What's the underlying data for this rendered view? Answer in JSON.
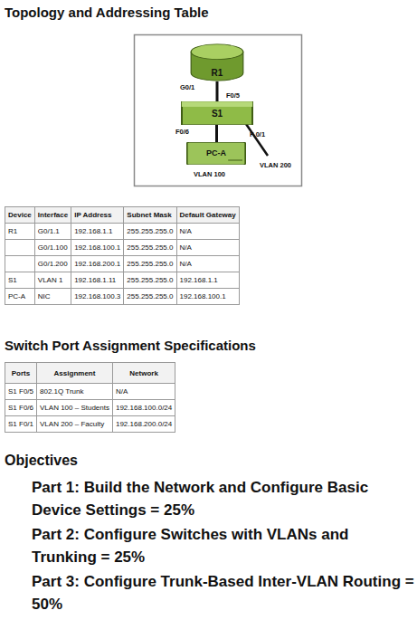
{
  "diagram": {
    "title": "Topology and Addressing Table",
    "nodes": [
      {
        "text": [
          "R1"
        ]
      },
      {
        "text": [
          "S1"
        ]
      },
      {
        "text": [
          "PC-A"
        ]
      }
    ],
    "edges": [
      {
        "from": 0,
        "to": 1,
        "arrow": "none"
      },
      {
        "from": 1,
        "to": 2,
        "arrow": "none"
      }
    ],
    "labels": [
      "G0/1",
      "F0/5",
      "F0/6",
      "F 0/1",
      "VLAN 200",
      "VLAN 100",
      "Device",
      "Interface",
      "IP Address",
      "Subnet Mask",
      "Default Gateway",
      "R1",
      "G0/1.1",
      "192.168.1.1",
      "255.255.255.0",
      "N/A",
      "G0/1.100",
      "192.168.100.1",
      "255.255.255.0",
      "N/A",
      "G0/1.200",
      "192.168.200.1",
      "255.255.255.0",
      "N/A",
      "S1",
      "VLAN 1",
      "192.168.1.11",
      "255.255.255.0",
      "192.168.1.1",
      "PC-A",
      "NIC",
      "192.168.100.3",
      "255.255.255.0",
      "192.168.100.1",
      "Switch Port Assignment Specifications",
      "Ports",
      "Assignment",
      "Network",
      "S1 F0/5",
      "802.1Q Trunk",
      "N/A",
      "S1 F0/6",
      "VLAN 100 – Students",
      "192.168.100.0/24",
      "S1 F0/1",
      "VLAN 200 – Faculty",
      "192.168.200.0/24",
      "Objectives",
      "Part 1: Build the Network and Configure Basic Device Settings = 25%",
      "Part 2: Configure Switches with VLANs and Trunking = 25%",
      "Part 3: Configure Trunk-Based Inter-VLAN Routing = 50%"
    ]
  }
}
